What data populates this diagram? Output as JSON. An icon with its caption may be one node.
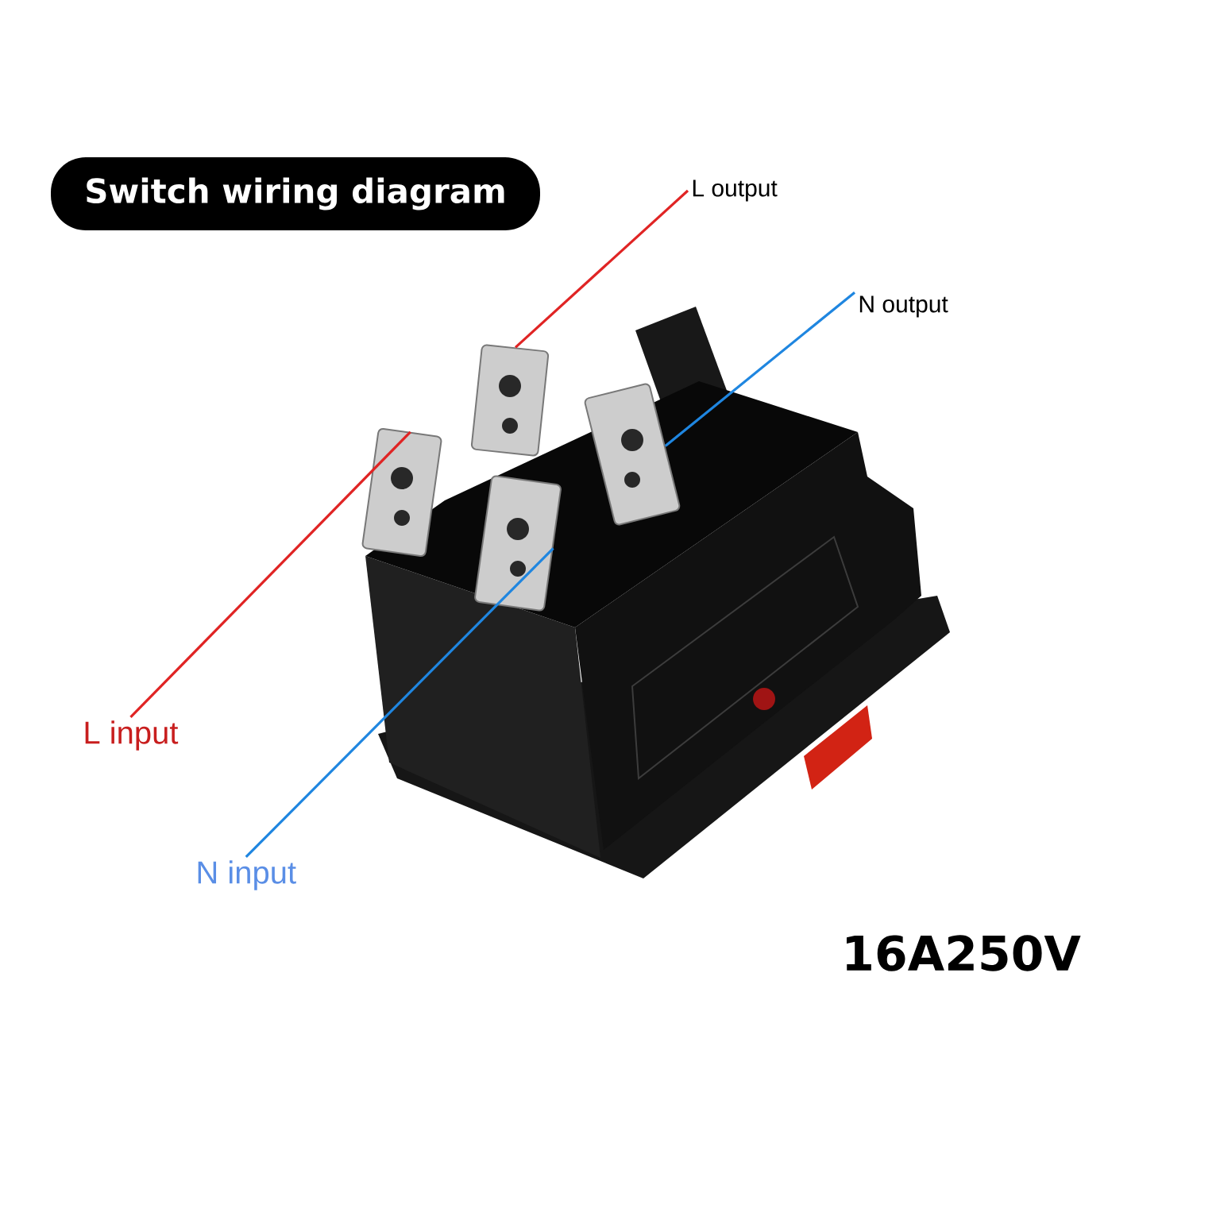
{
  "diagram": {
    "title": "Switch wiring diagram",
    "nodes": [
      {
        "text": [
          "L output"
        ]
      },
      {
        "text": [
          "N output"
        ]
      },
      {
        "text": [
          "L input"
        ]
      },
      {
        "text": [
          "N input"
        ]
      },
      {
        "text": [],
        "shape": "box"
      },
      {
        "text": [],
        "shape": "box"
      },
      {
        "text": [],
        "shape": "box"
      },
      {
        "text": [],
        "shape": "box"
      }
    ],
    "edges": [
      {
        "from": 0,
        "to": 5,
        "arrow": "none",
        "color": "#e02424"
      },
      {
        "from": 1,
        "to": 7,
        "arrow": "none",
        "color": "#1f86e0"
      },
      {
        "from": 2,
        "to": 4,
        "arrow": "none",
        "color": "#e02424"
      },
      {
        "from": 3,
        "to": 6,
        "arrow": "none",
        "color": "#1f86e0"
      }
    ],
    "labels": [
      "16A250V"
    ]
  }
}
